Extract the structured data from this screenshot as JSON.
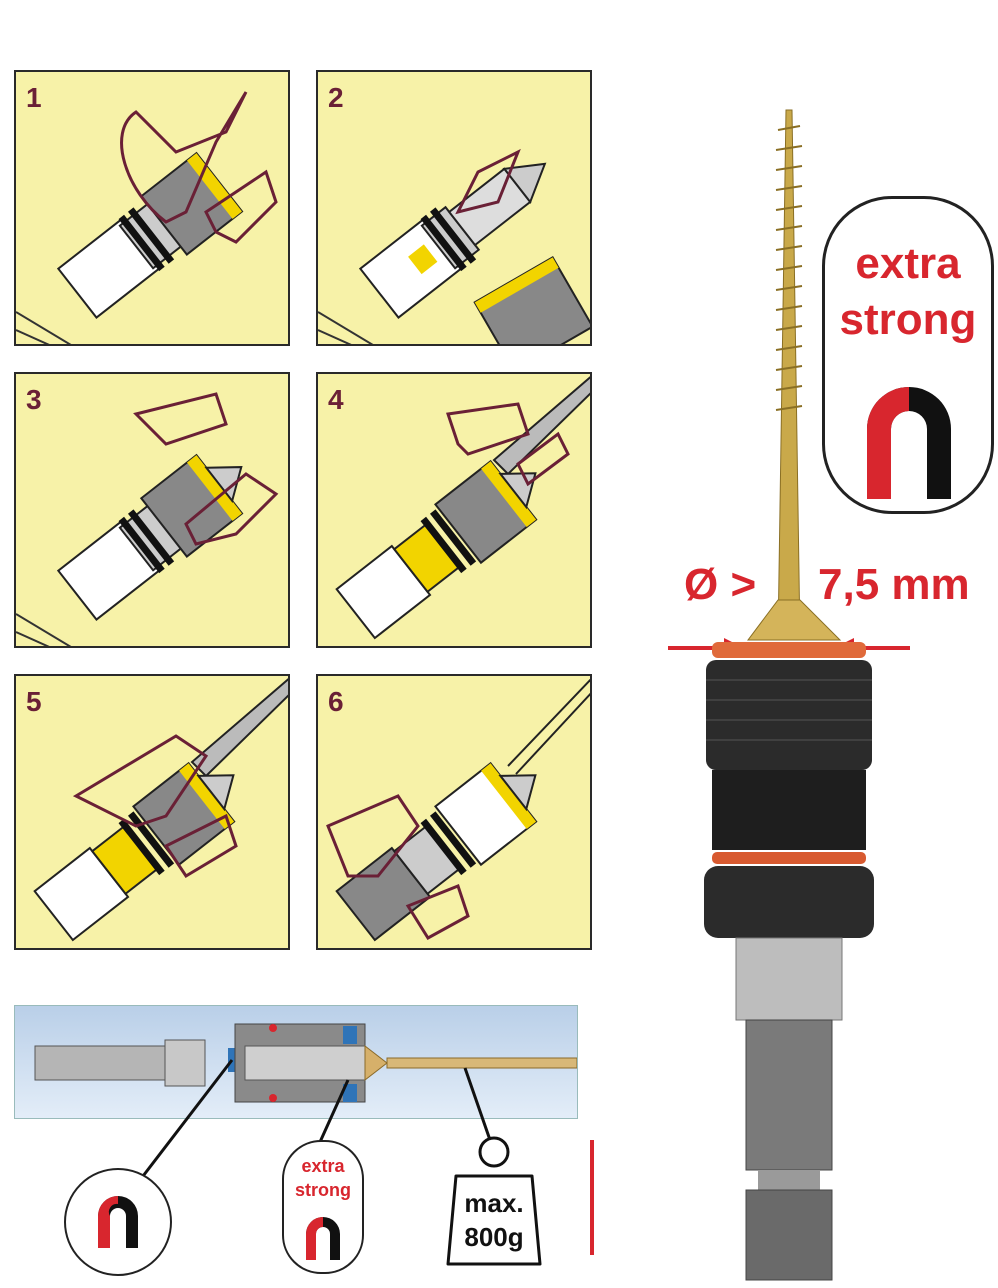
{
  "steps": [
    {
      "number": "1"
    },
    {
      "number": "2"
    },
    {
      "number": "3"
    },
    {
      "number": "4"
    },
    {
      "number": "5"
    },
    {
      "number": "6"
    }
  ],
  "main_badge": {
    "line1": "extra",
    "line2": "strong"
  },
  "diameter_label": {
    "left": "Ø >",
    "right": "7,5 mm"
  },
  "callouts": {
    "small_badge_line1": "extra",
    "small_badge_line2": "strong",
    "weight_line1": "max.",
    "weight_line2": "800g"
  },
  "colors": {
    "panel_bg": "#f7f2a8",
    "arrow": "#6a2036",
    "accent_red": "#d8262e",
    "yellow_band": "#f2d400"
  }
}
